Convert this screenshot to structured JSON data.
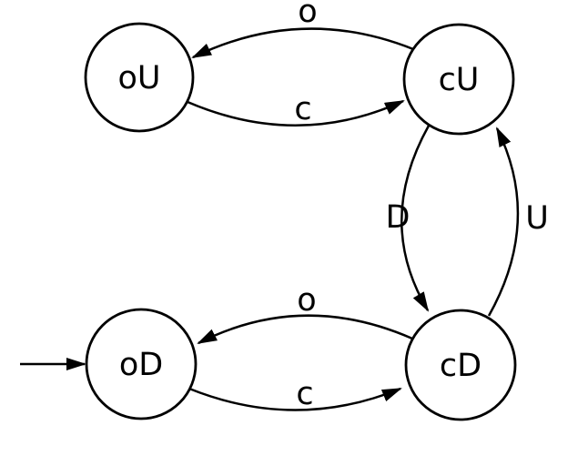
{
  "diagram": {
    "type": "state-machine",
    "colors": {
      "stroke": "#000000",
      "background": "#ffffff",
      "text": "#000000"
    },
    "states": [
      {
        "id": "oU",
        "label": "oU"
      },
      {
        "id": "cU",
        "label": "cU"
      },
      {
        "id": "oD",
        "label": "oD"
      },
      {
        "id": "cD",
        "label": "cD"
      }
    ],
    "transitions": [
      {
        "from": "cU",
        "to": "oU",
        "label": "o"
      },
      {
        "from": "oU",
        "to": "cU",
        "label": "c"
      },
      {
        "from": "cU",
        "to": "cD",
        "label": "D"
      },
      {
        "from": "cD",
        "to": "cU",
        "label": "U"
      },
      {
        "from": "cD",
        "to": "oD",
        "label": "o"
      },
      {
        "from": "oD",
        "to": "cD",
        "label": "c"
      }
    ],
    "initial_state": "oD"
  }
}
